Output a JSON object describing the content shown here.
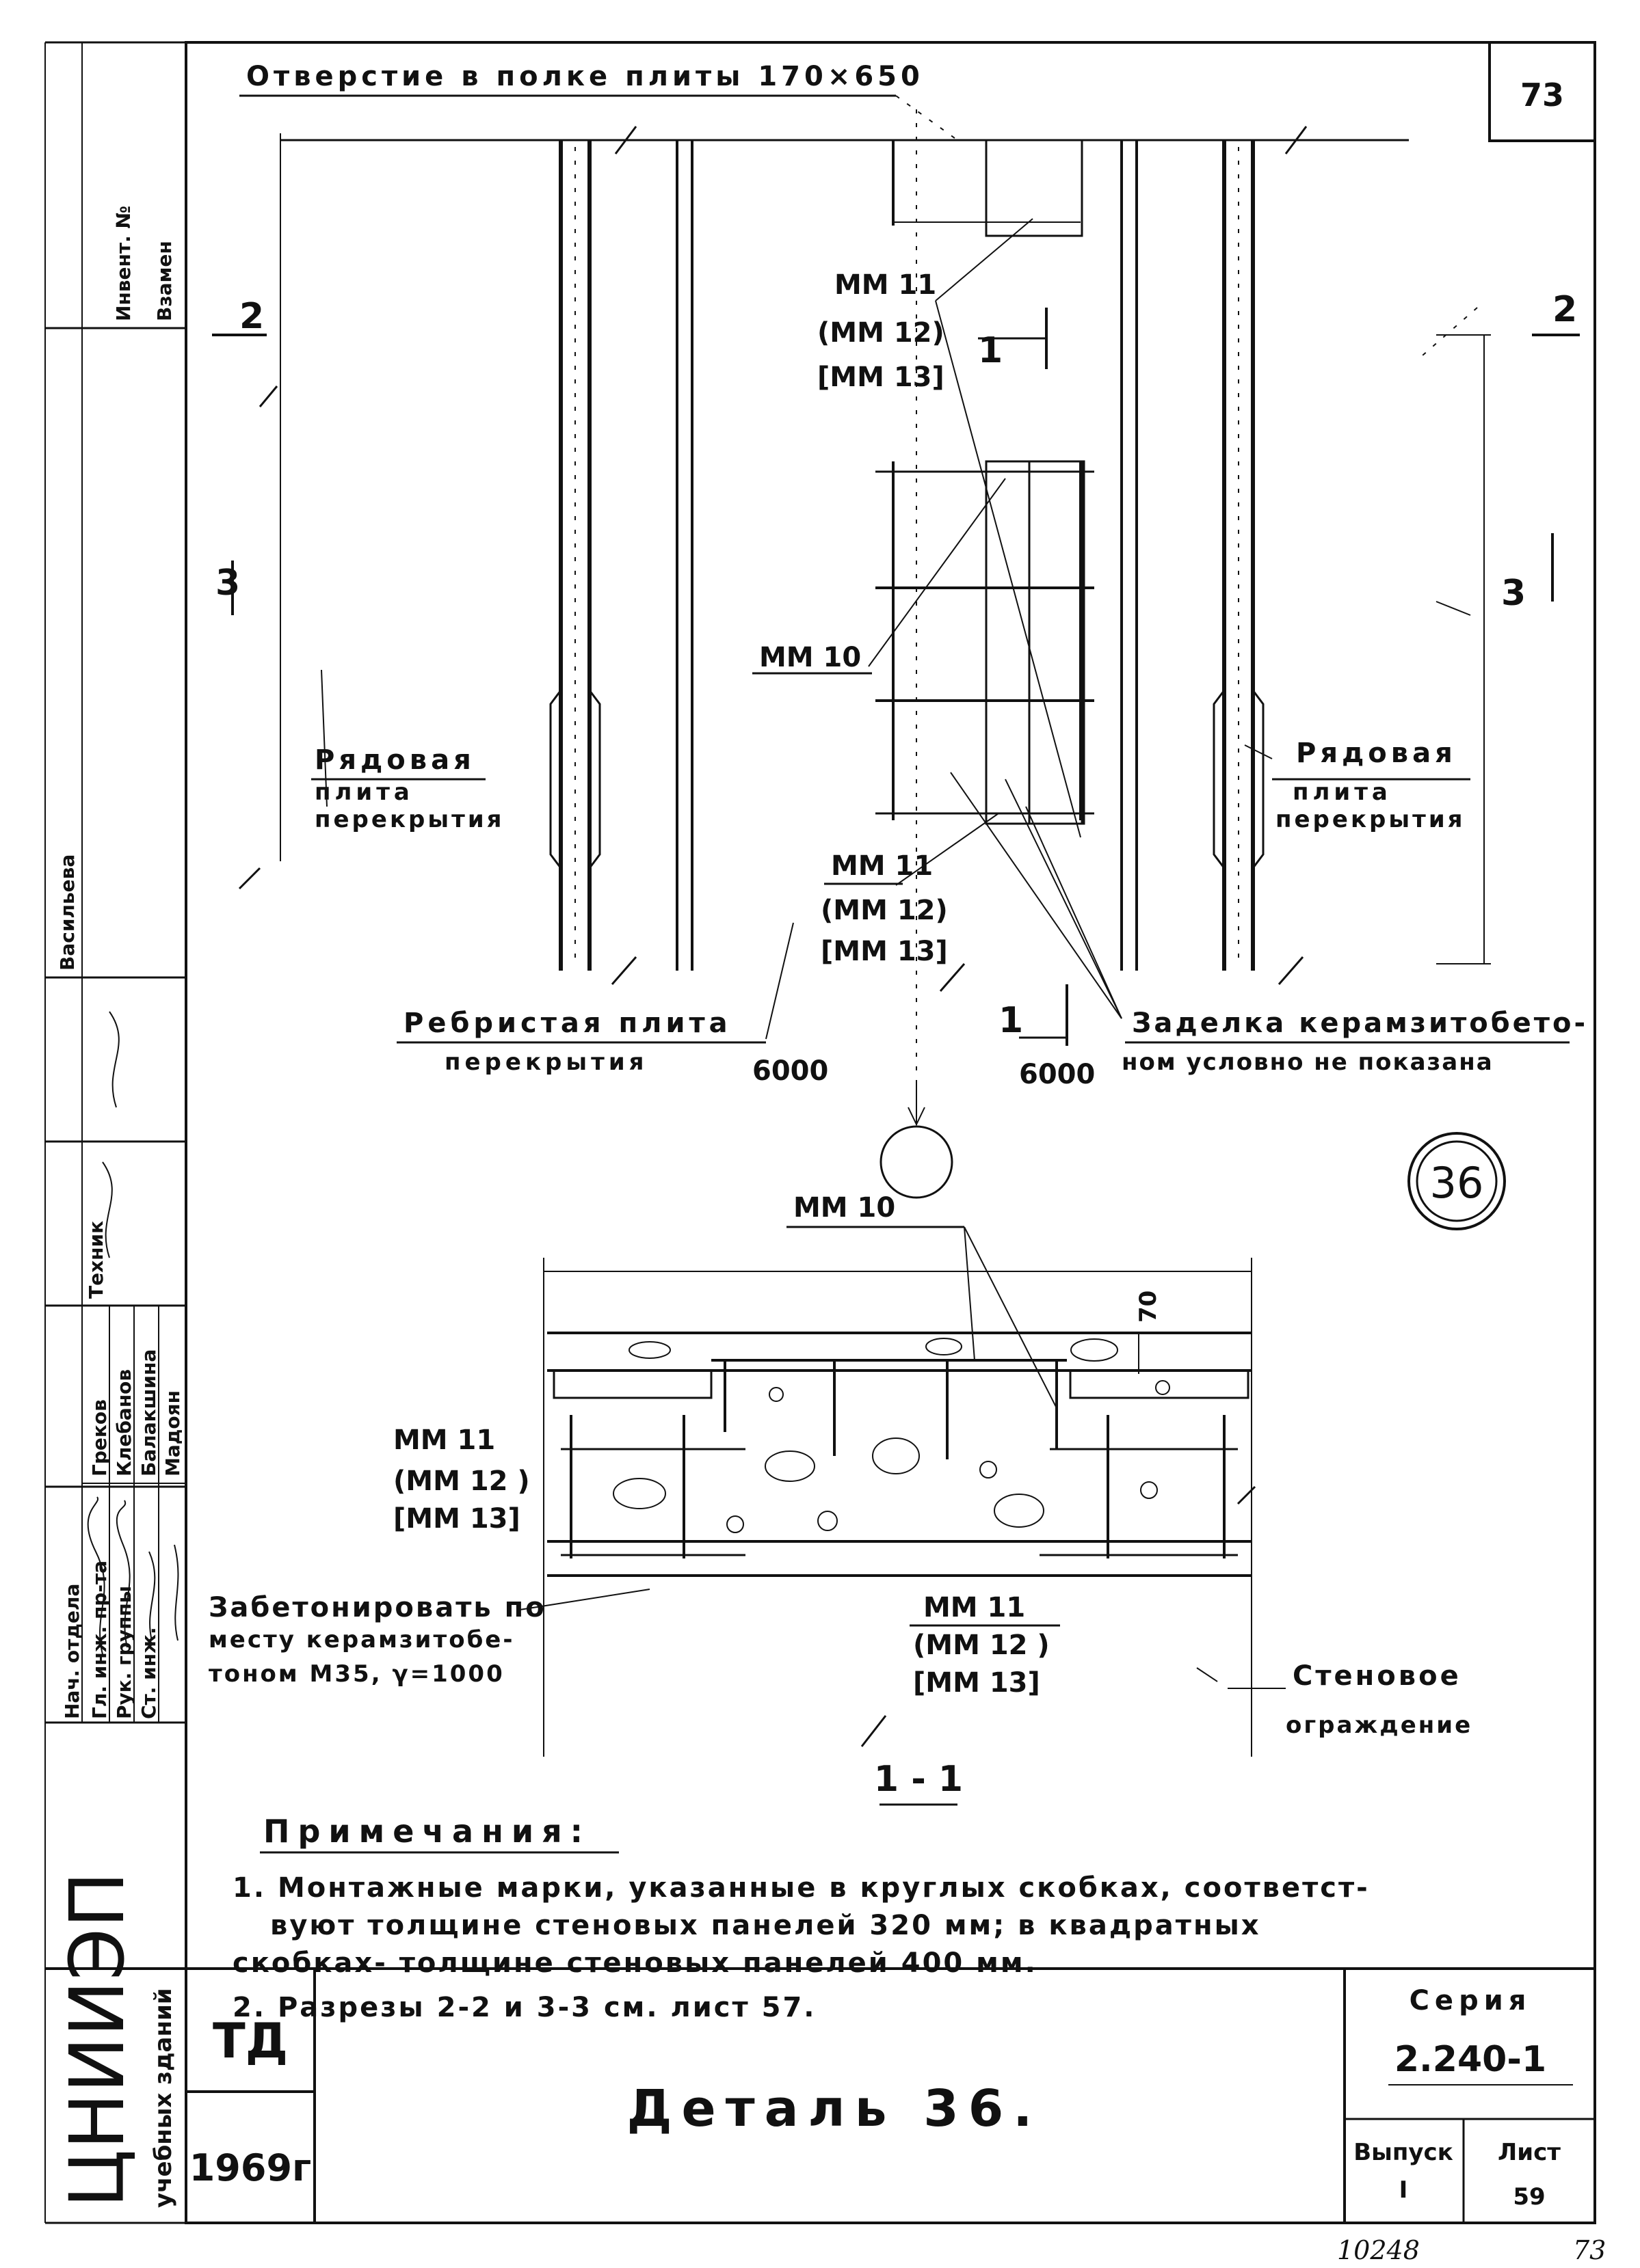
{
  "sheet": {
    "corner_sheet_no": "73",
    "header_hole": "Отверстие в полке плиты 170×650",
    "series_label": "Серия",
    "series_value": "2.240-1",
    "issue_label": "Выпуск",
    "issue_value": "I",
    "sheet_label": "Лист",
    "sheet_value": "59",
    "title": "Деталь 36.",
    "org_code": "ТД",
    "year": "1969г",
    "org_name": "ЦНИИЭП",
    "org_subtitle": "учебных зданий",
    "bottom_left_number": "10248",
    "bottom_right_number": "73"
  },
  "side_stamp": {
    "inv_label": "Инвент. №",
    "replaces_label": "Взамен",
    "cols": [
      {
        "role": "Нач. отдела",
        "name": "Греков"
      },
      {
        "role": "Гл. инж. пр-та",
        "name": "Клебанов"
      },
      {
        "role": "Рук. группы",
        "name": "Балакшина"
      },
      {
        "role": "Ст. инж.",
        "name": "Мадоян"
      }
    ],
    "tech_label": "Техник",
    "checker_name": "Васильева"
  },
  "plan": {
    "mark_2_left": "2",
    "mark_2_right": "2",
    "mark_3_left": "3",
    "mark_3_right": "3",
    "mark_1_top": "1",
    "mark_1_bottom": "1",
    "mm11_top": "ММ 11",
    "mm12_top": "(ММ 12)",
    "mm13_top": "[ММ 13]",
    "mm10": "ММ 10",
    "mm11_mid": "ММ 11",
    "mm12_mid": "(ММ 12)",
    "mm13_mid": "[ММ 13]",
    "row_slab_left_1": "Рядовая",
    "row_slab_left_2": "плита",
    "row_slab_left_3": "перекрытия",
    "row_slab_right_1": "Рядовая",
    "row_slab_right_2": "плита",
    "row_slab_right_3": "перекрытия",
    "ribbed_1": "Ребристая плита",
    "ribbed_2": "перекрытия",
    "dim_left": "6000",
    "dim_right": "6000",
    "note_1": "Заделка керамзитобето-",
    "note_2": "ном условно не показана",
    "detail_mark": "36"
  },
  "section": {
    "mm10": "ММ 10",
    "dim_70": "70",
    "mm11_left": "ММ 11",
    "mm12_left": "(ММ 12 )",
    "mm13_left": "[ММ 13]",
    "concrete_1": "Забетонировать по",
    "concrete_2": "месту керамзитобе-",
    "concrete_3": "тоном М35, γ=1000",
    "mm11_bottom": "ММ 11",
    "mm12_bottom": "(ММ 12 )",
    "mm13_bottom": "[ММ 13]",
    "wall_1": "Стеновое",
    "wall_2": "ограждение",
    "section_label": "1 - 1"
  },
  "notes": {
    "heading": "Примечания:",
    "n1_l1": "1. Монтажные марки, указанные в круглых скобках, соответст-",
    "n1_l2": "вуют толщине стеновых панелей 320 мм; в квадратных",
    "n1_l3": "скобках- толщине стеновых панелей 400 мм.",
    "n2": "2. Разрезы 2-2 и 3-3 см. лист 57."
  }
}
